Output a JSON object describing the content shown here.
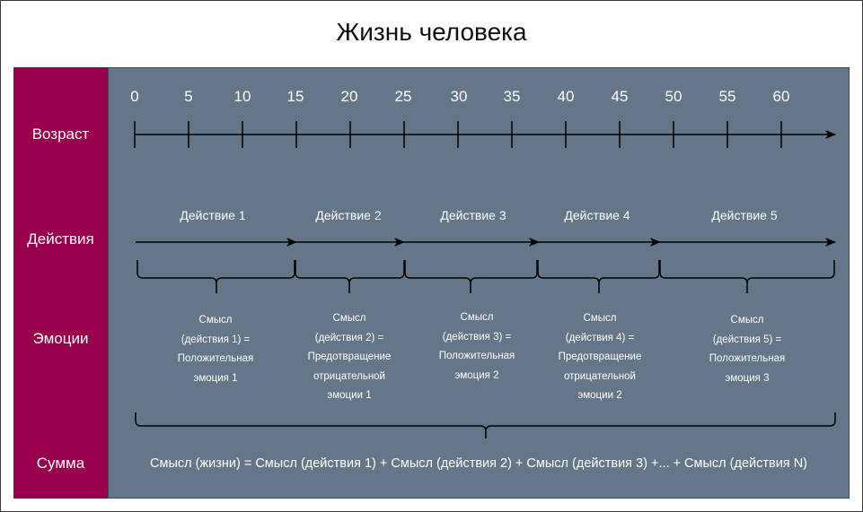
{
  "title": "Жизнь человека",
  "rows": {
    "age": "Возраст",
    "actions": "Действия",
    "emotions": "Эмоции",
    "sum": "Сумма"
  },
  "colors": {
    "sidebar": "#99004c",
    "panel": "#647687",
    "text": "#ffffff",
    "lines": "#000000"
  },
  "age_axis": {
    "ticks": [
      "0",
      "5",
      "10",
      "15",
      "20",
      "25",
      "30",
      "35",
      "40",
      "45",
      "50",
      "55",
      "60"
    ]
  },
  "actions": [
    {
      "label": "Действие 1"
    },
    {
      "label": "Действие 2"
    },
    {
      "label": "Действие 3"
    },
    {
      "label": "Действие 4"
    },
    {
      "label": "Действие 5"
    }
  ],
  "emotions": [
    {
      "line1": "Смысл",
      "line2": "(действия 1) =",
      "line3": "Положительная",
      "line4": "эмоция 1",
      "line5": ""
    },
    {
      "line1": "Смысл",
      "line2": "(действия 2) =",
      "line3": "Предотвращение",
      "line4": "отрицательной",
      "line5": "эмоции 1"
    },
    {
      "line1": "Смысл",
      "line2": "(действия 3) =",
      "line3": "Положительная",
      "line4": "эмоция 2",
      "line5": ""
    },
    {
      "line1": "Смысл",
      "line2": "(действия 4) =",
      "line3": "Предотвращение",
      "line4": "отрицательной",
      "line5": "эмоции 2"
    },
    {
      "line1": "Смысл",
      "line2": "(действия 5) =",
      "line3": "Положительная",
      "line4": "эмоция 3",
      "line5": ""
    }
  ],
  "sum_formula": "Смысл (жизни) = Смысл (действия 1) + Смысл (действия 2) + Смысл (действия 3) +... + Смысл (действия N)"
}
